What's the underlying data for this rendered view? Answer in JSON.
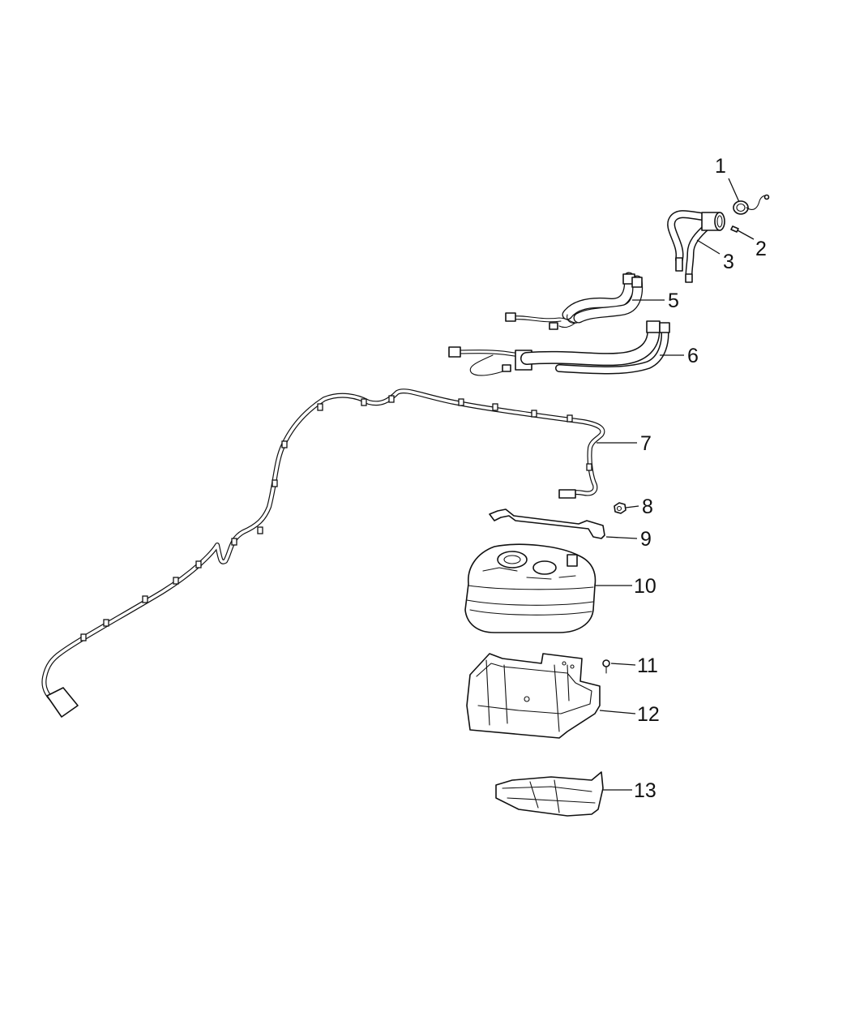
{
  "callouts": [
    {
      "id": "1",
      "label": "1"
    },
    {
      "id": "2",
      "label": "2"
    },
    {
      "id": "3",
      "label": "3"
    },
    {
      "id": "5",
      "label": "5"
    },
    {
      "id": "6",
      "label": "6"
    },
    {
      "id": "7",
      "label": "7"
    },
    {
      "id": "8",
      "label": "8"
    },
    {
      "id": "9",
      "label": "9"
    },
    {
      "id": "10",
      "label": "10"
    },
    {
      "id": "11",
      "label": "11"
    },
    {
      "id": "12",
      "label": "12"
    },
    {
      "id": "13",
      "label": "13"
    }
  ]
}
